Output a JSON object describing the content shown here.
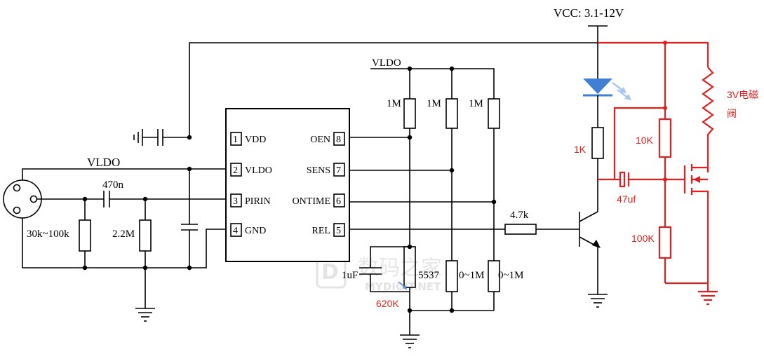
{
  "vcc": "VCC: 3.1-12V",
  "vldo_left": "VLDO",
  "vldo_top": "VLDO",
  "ic": {
    "pins_left": [
      {
        "num": "1",
        "name": "VDD"
      },
      {
        "num": "2",
        "name": "VLDO"
      },
      {
        "num": "3",
        "name": "PIRIN"
      },
      {
        "num": "4",
        "name": "GND"
      }
    ],
    "pins_right": [
      {
        "num": "8",
        "name": "OEN"
      },
      {
        "num": "7",
        "name": "SENS"
      },
      {
        "num": "6",
        "name": "ONTIME"
      },
      {
        "num": "5",
        "name": "REL"
      }
    ]
  },
  "components": {
    "cap_in": "470n",
    "r_sensor": "30k~100k",
    "r_bias": "2.2M",
    "r_pullup": [
      "1M",
      "1M",
      "1M"
    ],
    "r_base": "4.7k",
    "cap_1uf": "1uF",
    "r_5537": "5537",
    "r_ontime": "0~1M",
    "r_rel": "0~1M"
  },
  "annotations": {
    "label_620k": "620K",
    "label_1k": "1K",
    "label_10k": "10K",
    "label_47uf": "47uf",
    "label_100k": "100K",
    "valve_line1": "3V电磁",
    "valve_line2": "阀"
  },
  "watermark": {
    "cn": "数码之家",
    "en": "MYDIGIT.NET"
  },
  "colors": {
    "wire": "#000000",
    "modification": "#e0201e",
    "led": "#3f7fd4",
    "watermark": "#d6d6d6"
  }
}
